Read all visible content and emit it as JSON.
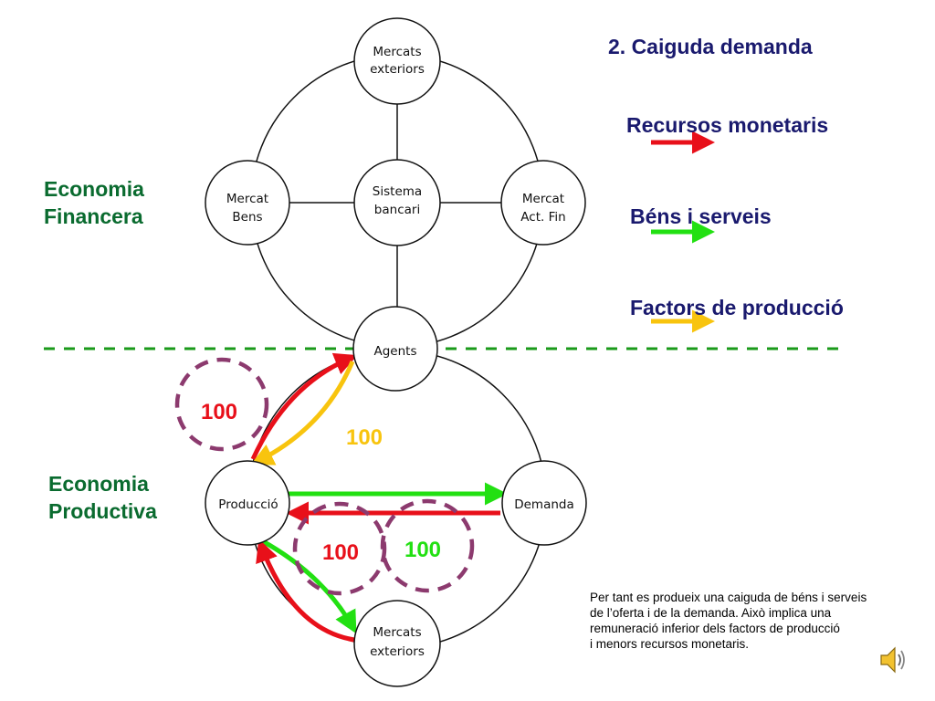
{
  "title": "2. Caiguda demanda",
  "legend": {
    "money": "Recursos monetaris",
    "goods": "Béns i serveis",
    "factors": "Factors de producció"
  },
  "sections": {
    "financial_line1": "Economia",
    "financial_line2": "Financera",
    "productive_line1": "Economia",
    "productive_line2": "Productiva"
  },
  "nodes": {
    "top_external_line1": "Mercats",
    "top_external_line2": "exteriors",
    "goods_market_line1": "Mercat",
    "goods_market_line2": "Bens",
    "banking_line1": "Sistema",
    "banking_line2": "bancari",
    "fin_market_line1": "Mercat",
    "fin_market_line2": "Act. Fin",
    "agents": "Agents",
    "production": "Producció",
    "demand": "Demanda",
    "bottom_external_line1": "Mercats",
    "bottom_external_line2": "exteriors"
  },
  "values": {
    "production_agents_money": "100",
    "agents_production_factors": "100",
    "demand_production_money": "100",
    "production_demand_goods": "100"
  },
  "description": {
    "line1": "Per tant es produeix una caiguda de béns i serveis",
    "line2": "de l’oferta i de la demanda. Això implica una",
    "line3": "remuneració inferior dels factors de producció",
    "line4": "i menors recursos monetaris."
  },
  "colors": {
    "money": "#e8101a",
    "goods": "#22e012",
    "factors": "#f8c40e",
    "highlight": "#8c3a6e",
    "divider": "#1a9a1a",
    "title": "#1a1a6e",
    "sections": "#0a6b2f"
  },
  "icons": {
    "speaker": "speaker-icon"
  }
}
